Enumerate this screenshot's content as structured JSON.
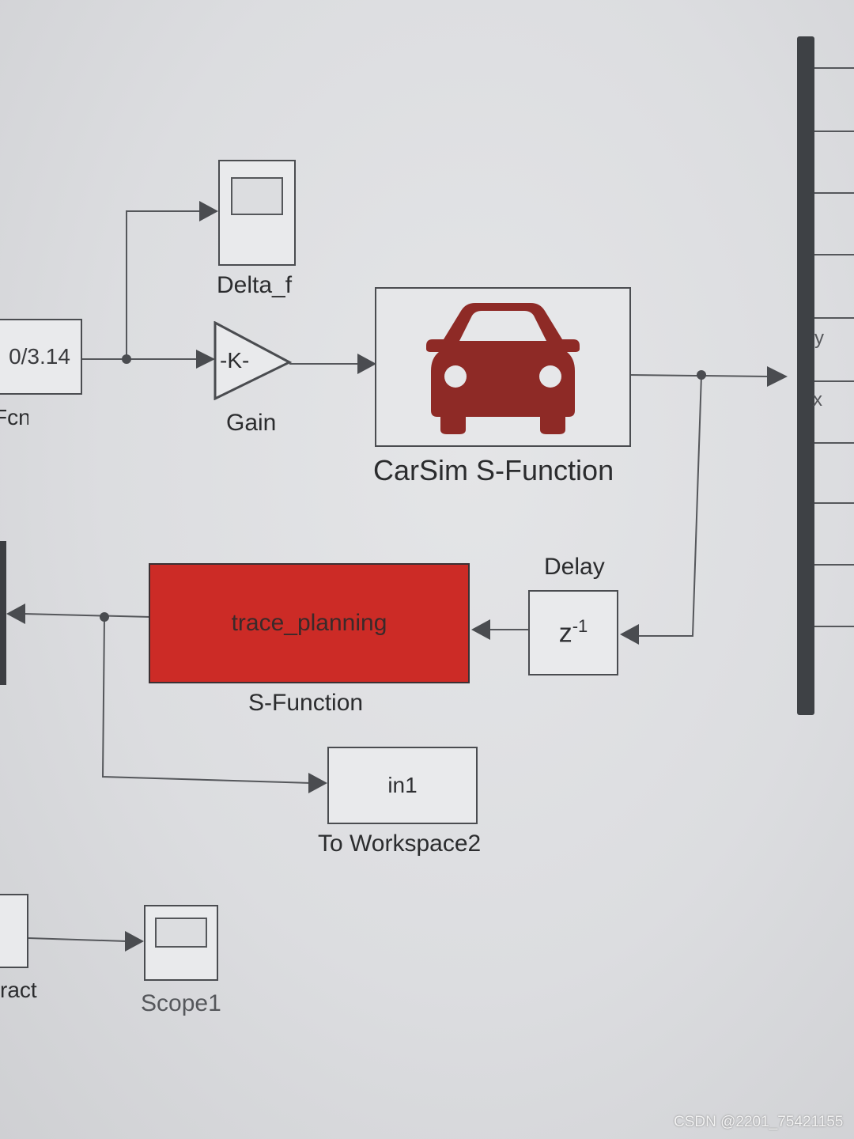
{
  "blocks": {
    "fcn": {
      "value": "0/3.14",
      "label": "Fcn"
    },
    "scope_delta": {
      "label": "Delta_f"
    },
    "gain": {
      "value": "-K-",
      "label": "Gain"
    },
    "carsim": {
      "label": "CarSim S-Function",
      "icon": "car-icon",
      "icon_color": "#8e2a26"
    },
    "delay": {
      "value_base": "z",
      "value_exp": "-1",
      "label": "Delay"
    },
    "trace": {
      "value": "trace_planning",
      "label": "S-Function",
      "fill_color": "#cc2b26"
    },
    "workspace": {
      "value": "in1",
      "label": "To Workspace2"
    },
    "subtract": {
      "label": "ract"
    },
    "scope1": {
      "label": "Scope1"
    },
    "bus": {
      "ports": [
        "y",
        "x"
      ]
    }
  },
  "watermark": "CSDN @2201_75421155"
}
